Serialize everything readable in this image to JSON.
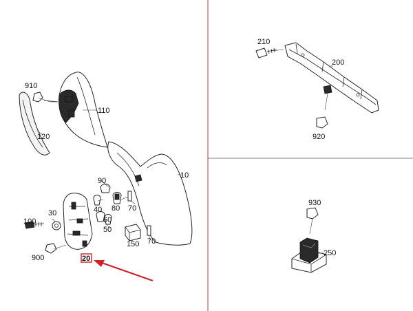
{
  "colors": {
    "divider": "#c8323a",
    "arrow": "#d0202a",
    "highlight_box": "#d0202a"
  },
  "labels": {
    "p910": "910",
    "p110": "110",
    "p120": "120",
    "p10": "10",
    "p90": "90",
    "p40": "40",
    "p80": "80",
    "p70a": "70",
    "p30": "30",
    "p100": "100",
    "p60": "60",
    "p50": "50",
    "p150": "150",
    "p70b": "70",
    "p900": "900",
    "p20": "20",
    "p210": "210",
    "p200": "200",
    "p920": "920",
    "p930": "930",
    "p250": "250"
  },
  "icons": {
    "arrow": "red-pointer-arrow"
  }
}
